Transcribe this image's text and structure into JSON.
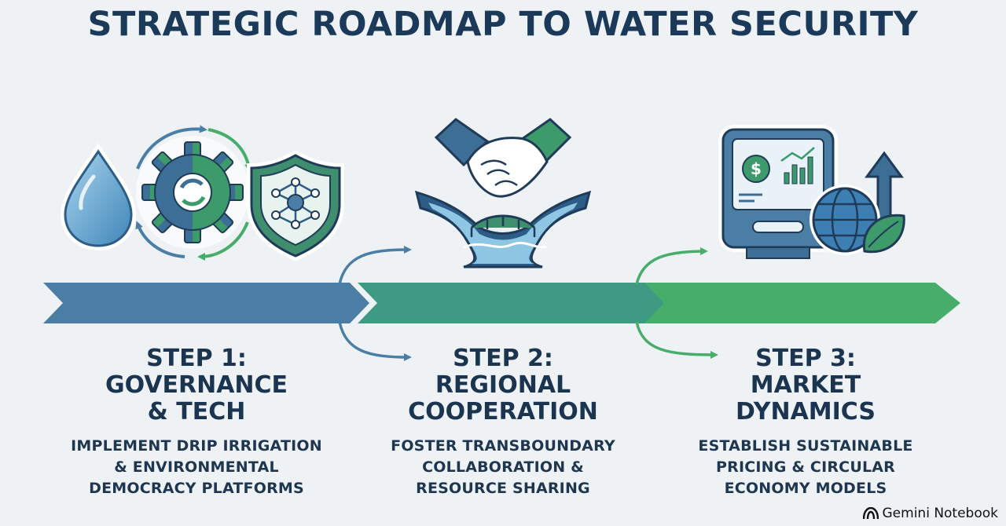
{
  "title": "STRATEGIC ROADMAP TO WATER SECURITY",
  "steps": [
    {
      "title_lines": [
        "STEP 1:",
        "GOVERNANCE",
        "& TECH"
      ],
      "desc_lines": [
        "IMPLEMENT DRIP IRRIGATION",
        "& ENVIRONMENTAL",
        "DEMOCRACY PLATFORMS"
      ],
      "icons": [
        "water-drop-icon",
        "gear-cycle-icon",
        "network-shield-icon"
      ],
      "arrow_color": "#4a7ea5"
    },
    {
      "title_lines": [
        "STEP 2:",
        "REGIONAL",
        "COOPERATION"
      ],
      "desc_lines": [
        "FOSTER TRANSBOUNDARY",
        "COLLABORATION &",
        "RESOURCE SHARING"
      ],
      "icons": [
        "handshake-icon",
        "river-bridge-icon"
      ],
      "arrow_color": "#3f9a84"
    },
    {
      "title_lines": [
        "STEP 3:",
        "MARKET",
        "DYNAMICS"
      ],
      "desc_lines": [
        "ESTABLISH SUSTAINABLE",
        "PRICING & CIRCULAR",
        "ECONOMY MODELS"
      ],
      "icons": [
        "pricing-dashboard-icon",
        "growth-arrow-icon",
        "globe-leaf-icon"
      ],
      "arrow_color": "#47ad6a"
    }
  ],
  "branding": {
    "label": "Gemini Notebook"
  },
  "colors": {
    "navy": "#1b3a5a",
    "blue": "#4a7ea5",
    "teal": "#3f9a84",
    "green": "#47ad6a",
    "background": "#eef2f5"
  }
}
